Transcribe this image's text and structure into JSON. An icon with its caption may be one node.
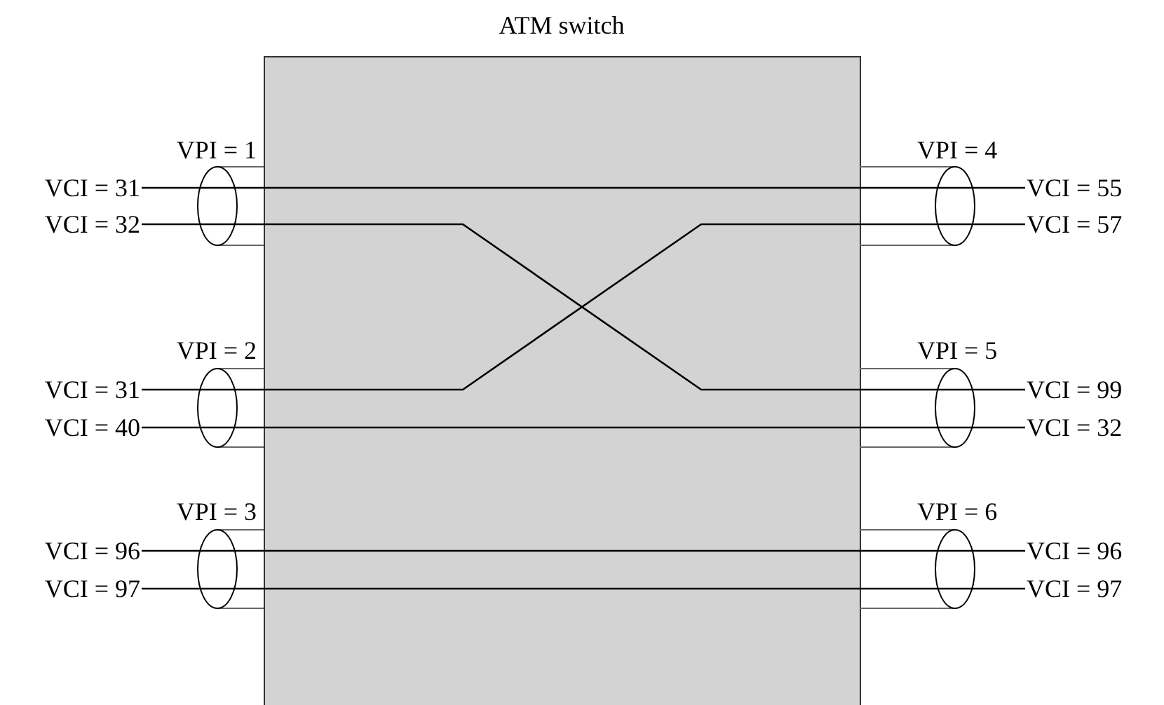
{
  "diagram": {
    "nodes": [
      {
        "text": [
          "VCI = 31"
        ]
      },
      {
        "text": [
          "VCI = 55"
        ]
      },
      {
        "text": [
          "VCI = 32"
        ]
      },
      {
        "text": [
          "VCI = 57"
        ]
      },
      {
        "text": [
          "VCI = 31"
        ]
      },
      {
        "text": [
          "VCI = 99"
        ]
      },
      {
        "text": [
          "VCI = 40"
        ]
      },
      {
        "text": [
          "VCI = 32"
        ]
      },
      {
        "text": [
          "VCI = 96"
        ]
      },
      {
        "text": [
          "VCI = 96"
        ]
      },
      {
        "text": [
          "VCI = 97"
        ]
      },
      {
        "text": [
          "VCI = 97"
        ]
      }
    ],
    "edges": [
      {
        "from": 0,
        "to": 1,
        "arrow": "none"
      },
      {
        "from": 2,
        "to": 5,
        "arrow": "none"
      },
      {
        "from": 4,
        "to": 3,
        "arrow": "none"
      },
      {
        "from": 6,
        "to": 7,
        "arrow": "none"
      },
      {
        "from": 8,
        "to": 9,
        "arrow": "none"
      },
      {
        "from": 10,
        "to": 11,
        "arrow": "none"
      }
    ],
    "labels": [
      "ATM switch",
      "VPI = 1",
      "VPI = 4",
      "VPI = 2",
      "VPI = 5",
      "VPI = 3",
      "VPI = 6"
    ]
  }
}
